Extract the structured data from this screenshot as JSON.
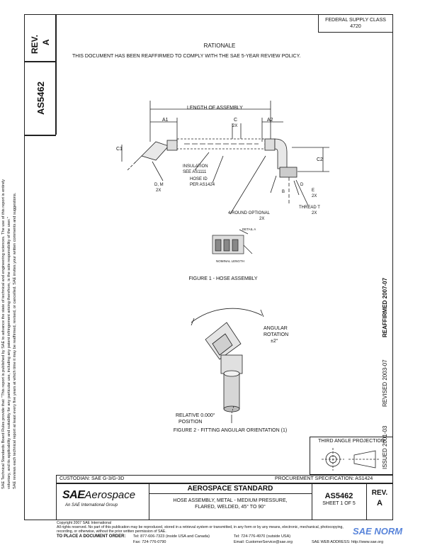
{
  "header": {
    "rev_label": "REV.",
    "rev_value": "A",
    "doc_number": "AS5462",
    "federal_supply_class_label": "FEDERAL SUPPLY CLASS",
    "federal_supply_class_value": "4720"
  },
  "rationale": {
    "title": "RATIONALE",
    "text": "THIS DOCUMENT HAS BEEN REAFFIRMED TO COMPLY WITH THE SAE 5-YEAR REVIEW POLICY."
  },
  "side_notice": {
    "line1": "SAE Technical Standards Board Rules provide that: \"This report is published by SAE to advance the state of technical and engineering sciences. The use of this report is entirely",
    "line2": "voluntary, and its applicability and suitability for any particular use, including any patent infringement arising therefrom, is the sole responsibility of the user.\"",
    "line3": "SAE reviews each technical report at least every five years at which time it may be reaffirmed, revised, or cancelled. SAE invites your written comments and suggestions."
  },
  "right_margin": {
    "reaffirmed": "REAFFIRMED 2007-07",
    "revised": "REVISED 2003-07",
    "issued": "ISSUED 2001-03"
  },
  "figure1": {
    "caption": "FIGURE 1 - HOSE ASSEMBLY",
    "labels": {
      "length": "LENGTH OF ASSEMBLY",
      "a1": "A1",
      "a2": "A2",
      "c1": "C1",
      "c2": "C2",
      "c_2x": "C",
      "c_2x_b": "2X",
      "insul": "INSULATION",
      "insul_b": "SEE AS1111",
      "hose_id": "HOSE ID",
      "hose_id_b": "PER AS1424",
      "d_m": "D, M",
      "d_m_b": "2X",
      "round_opt": "4 ROUND OPTIONAL",
      "round_opt_b": "2X",
      "e": "E",
      "e_b": "2X",
      "thread": "THREAD T",
      "thread_b": "2X",
      "b": "B",
      "d": "D",
      "detail_label": "DETAIL A",
      "detail_note": "NOMINAL LENGTH"
    }
  },
  "figure2": {
    "caption": "FIGURE 2 - FITTING ANGULAR ORIENTATION (1)",
    "angular_rotation": "ANGULAR",
    "angular_rotation_b": "ROTATION",
    "angular_rotation_c": "±2°",
    "relative_pos": "RELATIVE 0.000°",
    "relative_pos_b": "POSITION"
  },
  "projection": {
    "label": "THIRD ANGLE PROJECTION"
  },
  "footer": {
    "custodian": "CUSTODIAN: SAE G-3/G-3D",
    "procurement": "PROCUREMENT SPECIFICATION: AS1424",
    "logo_sae": "SAE",
    "logo_aerospace": "Aerospace",
    "logo_sub": "An SAE International Group",
    "standard_title": "AEROSPACE STANDARD",
    "desc_line1": "HOSE ASSEMBLY, METAL - MEDIUM PRESSURE,",
    "desc_line2": "FLARED, WELDED, 45° TO 90°",
    "doc_number": "AS5462",
    "sheet": "SHEET 1 OF 5",
    "rev_label": "REV.",
    "rev_value": "A"
  },
  "copyright": {
    "line1": "Copyright 2007 SAE International",
    "line2": "All rights reserved. No part of this publication may be reproduced, stored in a retrieval system or transmitted, in any form or by any means, electronic, mechanical, photocopying,",
    "line3": "recording, or otherwise, without the prior written permission of SAE.",
    "order_label": "TO PLACE A DOCUMENT ORDER:",
    "tel1": "Tel: 877-606-7323 (inside USA and Canada)",
    "tel2": "Tel: 724-776-4970 (outside USA)",
    "fax": "Fax: 724-776-0790",
    "email": "Email: CustomerService@sae.org",
    "web": "SAE WEB ADDRESS: http://www.sae.org"
  },
  "watermark": {
    "text": "SAE NORM"
  }
}
